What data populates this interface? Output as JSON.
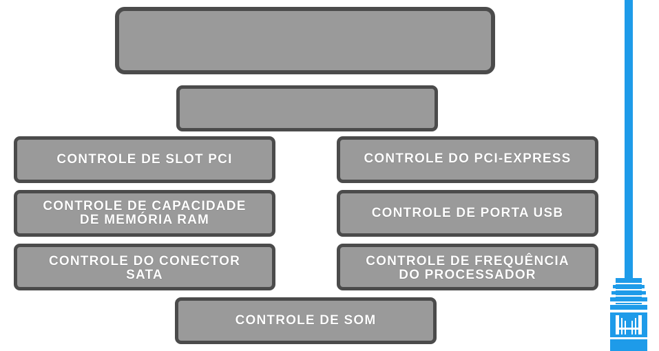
{
  "boxes": {
    "title": "",
    "subtitle": "",
    "pci_slot": "CONTROLE DE SLOT PCI",
    "pci_express": "CONTROLE DO PCI-EXPRESS",
    "ram_line1": "CONTROLE DE CAPACIDADE",
    "ram_line2": "DE MEMÓRIA RAM",
    "usb": "CONTROLE DE PORTA USB",
    "sata_line1": "CONTROLE DO CONECTOR",
    "sata_line2": "SATA",
    "freq_line1": "CONTROLE DE FREQUÊNCIA",
    "freq_line2": "DO PROCESSADOR",
    "sound": "CONTROLE DE SOM"
  },
  "colors": {
    "box_fill": "#9a9a9a",
    "box_border": "#4b4b4b",
    "box_text": "#ffffff",
    "cable": "#1e9be9"
  },
  "icons": {
    "connector": "ethernet-cable-icon"
  }
}
